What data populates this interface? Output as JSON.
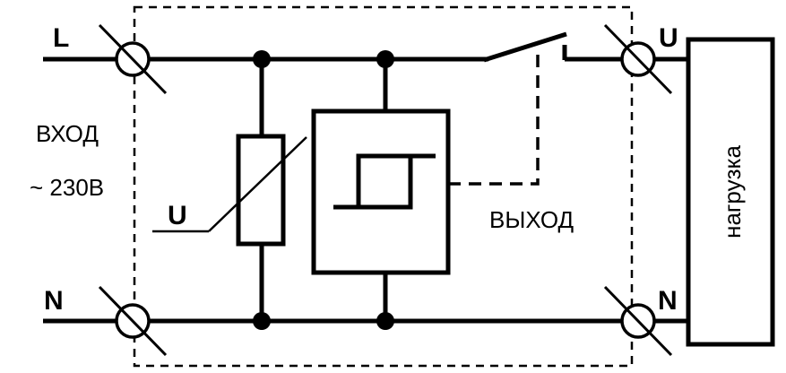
{
  "labels": {
    "line_in": "L",
    "neutral_in": "N",
    "input_title": "ВХОД",
    "input_voltage": "~ 230В",
    "varistor": "U",
    "output_title": "ВЫХОД",
    "line_out": "U",
    "neutral_out": "N",
    "load": "нагрузка"
  },
  "colors": {
    "ink": "#000000",
    "background": "#ffffff"
  }
}
